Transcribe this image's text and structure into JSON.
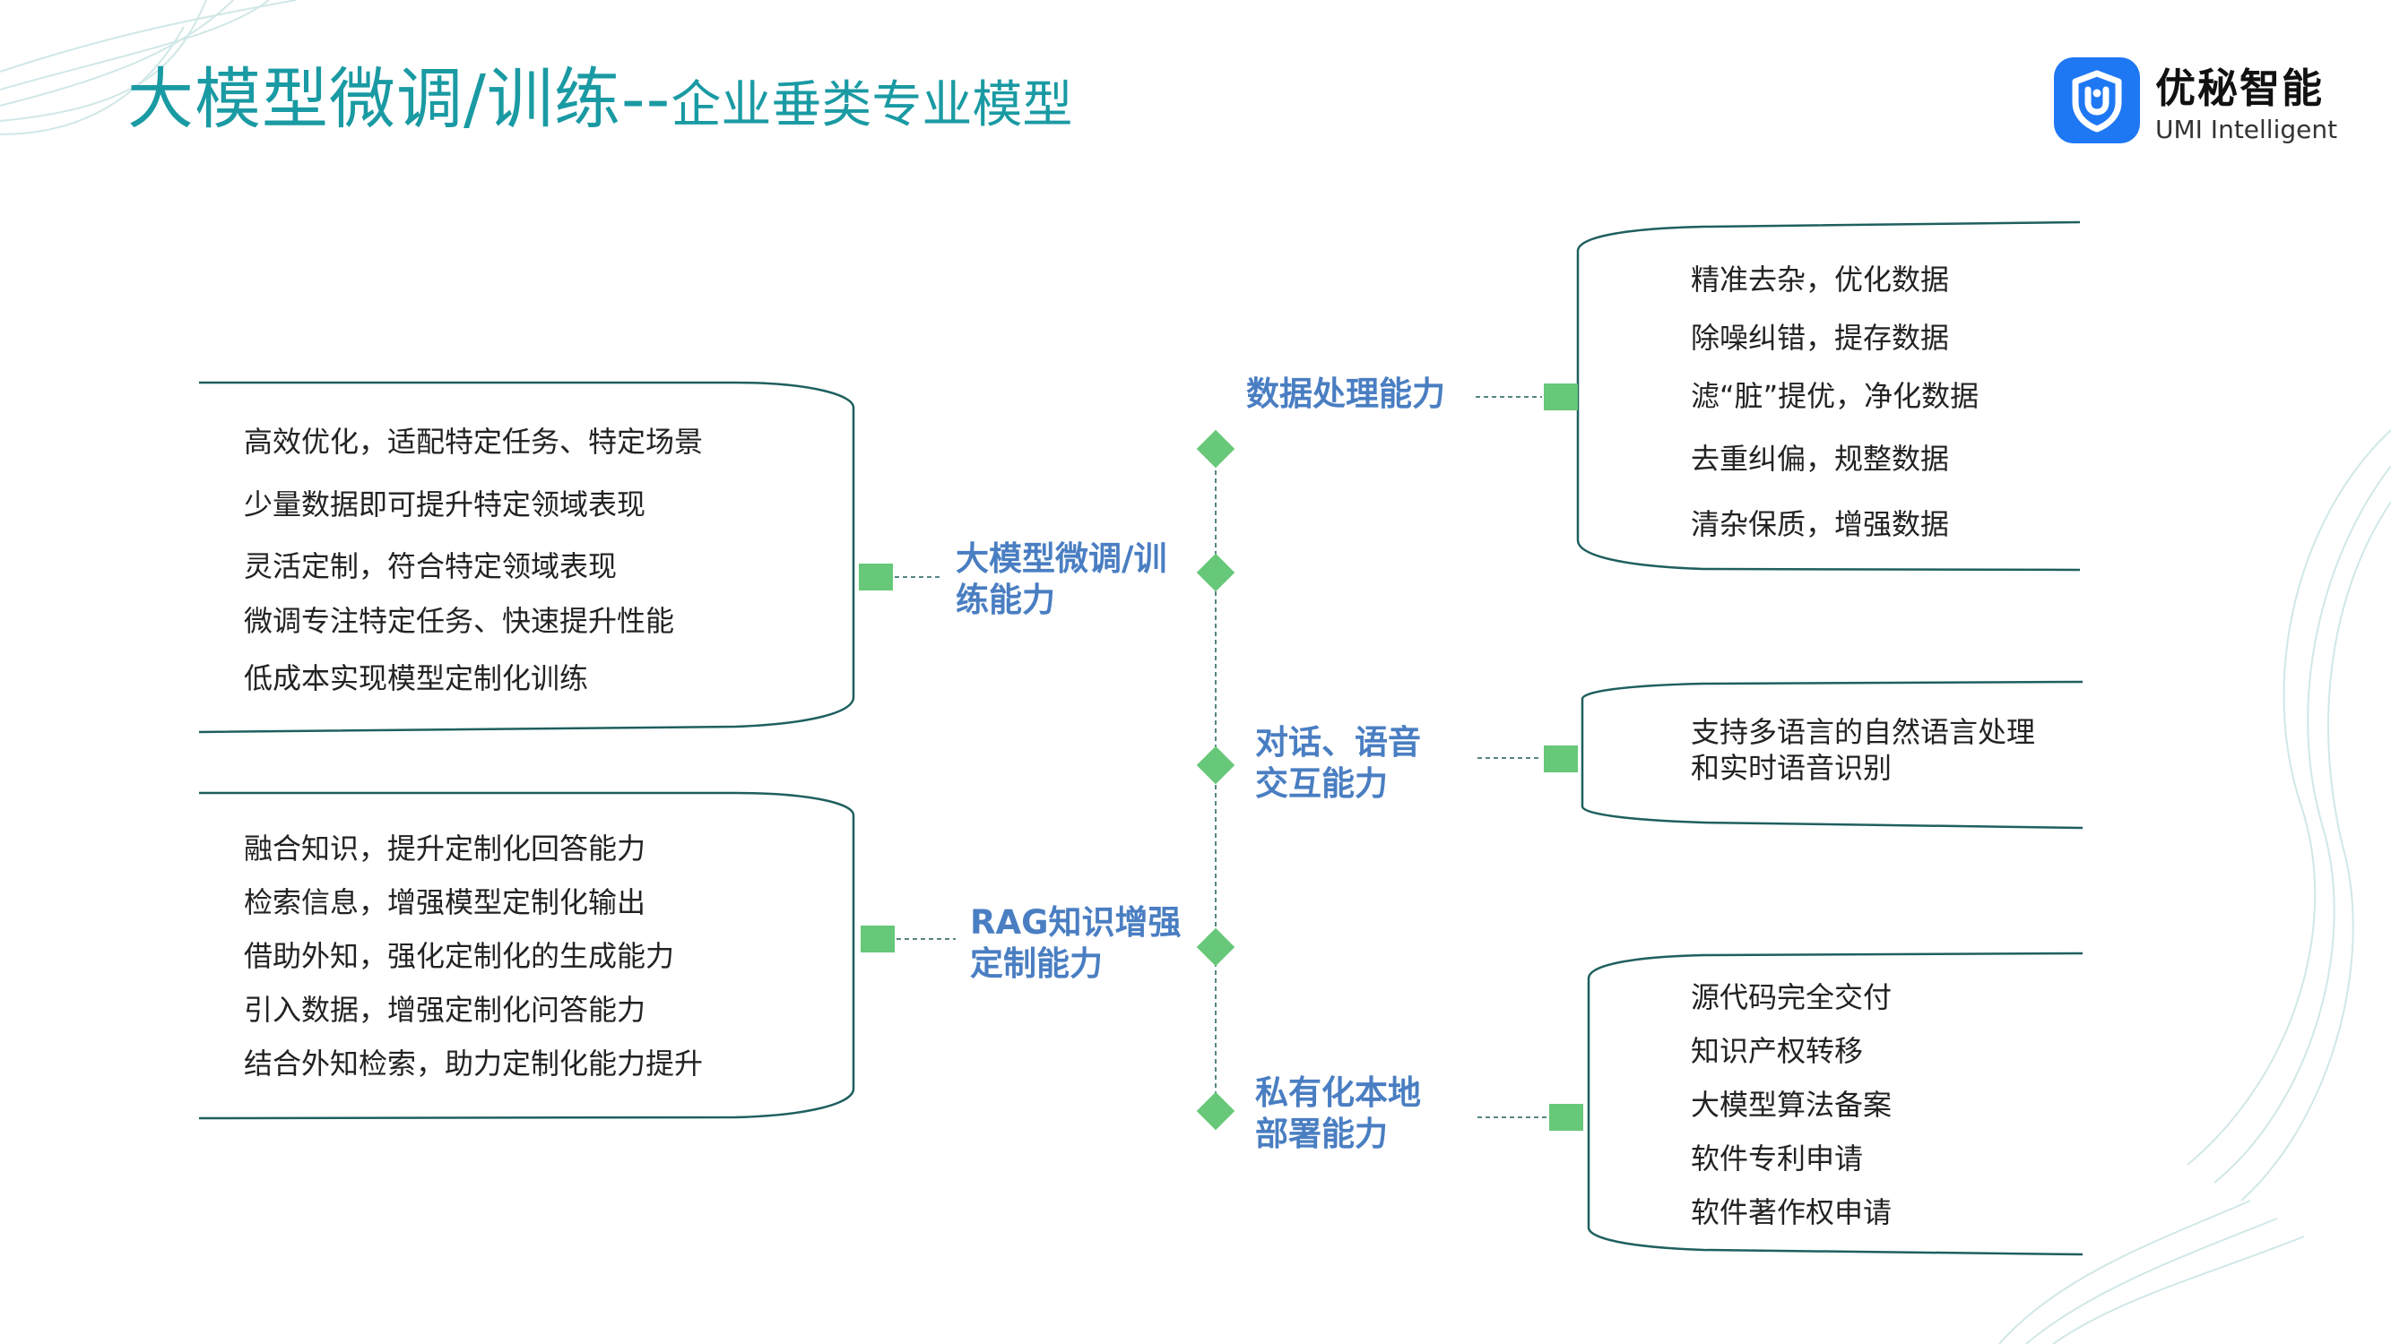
{
  "title": {
    "main": "大模型微调/训练--",
    "sub": "企业垂类专业模型"
  },
  "logo": {
    "icon": "shield-u-icon",
    "name": "优秘智能",
    "subtitle": "UMI Intelligent",
    "color": "#1f78f3"
  },
  "colors": {
    "accent": "#1a9aa3",
    "node_text": "#4a7ec2",
    "marker": "#66c878",
    "outline": "#1f5f5f"
  },
  "left_branches": [
    {
      "label_lines": [
        "大模型微调/训",
        "练能力"
      ],
      "items": [
        "高效优化，适配特定任务、特定场景",
        "少量数据即可提升特定领域表现",
        "灵活定制，符合特定领域表现",
        "微调专注特定任务、快速提升性能",
        "低成本实现模型定制化训练"
      ]
    },
    {
      "label_lines": [
        "RAG知识增强",
        "定制能力"
      ],
      "items": [
        "融合知识，提升定制化回答能力",
        "检索信息，增强模型定制化输出",
        "借助外知，强化定制化的生成能力",
        "引入数据，增强定制化问答能力",
        "结合外知检索，助力定制化能力提升"
      ]
    }
  ],
  "right_branches": [
    {
      "label_lines": [
        "数据处理能力"
      ],
      "items": [
        "精准去杂，优化数据",
        "除噪纠错，提存数据",
        "滤“脏”提优，净化数据",
        "去重纠偏，规整数据",
        "清杂保质，增强数据"
      ]
    },
    {
      "label_lines": [
        "对话、语音",
        "交互能力"
      ],
      "items": [
        "支持多语言的自然语言处理和实时语音识别"
      ]
    },
    {
      "label_lines": [
        "私有化本地",
        "部署能力"
      ],
      "items": [
        "源代码完全交付",
        "知识产权转移",
        "大模型算法备案",
        "软件专利申请",
        "软件著作权申请"
      ]
    }
  ]
}
